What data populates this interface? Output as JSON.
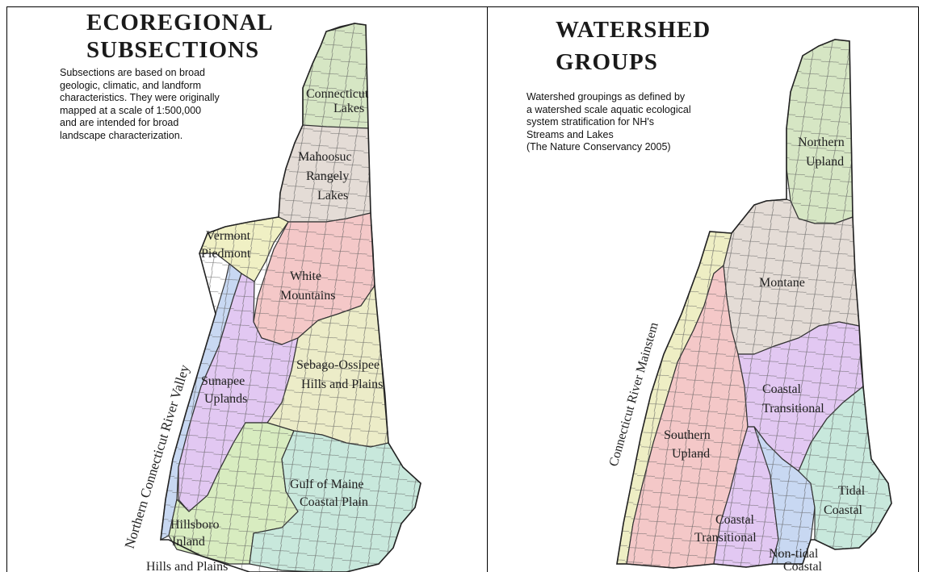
{
  "left_panel": {
    "title_line1": "ECOREGIONAL",
    "title_line2": "SUBSECTIONS",
    "description_lines": [
      "Subsections are based on broad",
      "geologic, climatic, and landform",
      "characteristics. They were originally",
      "mapped at a scale of 1:500,000",
      "and are intended for broad",
      "landscape characterization."
    ],
    "regions": [
      {
        "name": "Connecticut Lakes",
        "lines": [
          "Connecticut",
          "Lakes"
        ],
        "color": "#d6e6c4"
      },
      {
        "name": "Mahoosuc Rangely Lakes",
        "lines": [
          "Mahoosuc",
          "Rangely",
          "Lakes"
        ],
        "color": "#e4dcd6"
      },
      {
        "name": "Vermont Piedmont",
        "lines": [
          "Vermont",
          "Piedmont"
        ],
        "color": "#f0f0c4"
      },
      {
        "name": "White Mountains",
        "lines": [
          "White",
          "Mountains"
        ],
        "color": "#f4c8c8"
      },
      {
        "name": "Sunapee Uplands",
        "lines": [
          "Sunapee",
          "Uplands"
        ],
        "color": "#e2c8f2"
      },
      {
        "name": "Sebago-Ossipee Hills and Plains",
        "lines": [
          "Sebago-Ossipee",
          "Hills and Plains"
        ],
        "color": "#ececc8"
      },
      {
        "name": "Gulf of Maine Coastal Plain",
        "lines": [
          "Gulf of Maine",
          "Coastal Plain"
        ],
        "color": "#c8e8dc"
      },
      {
        "name": "Hillsboro Inland Hills and Plains",
        "lines": [
          "Hillsboro",
          "Inland",
          "Hills and Plains"
        ],
        "color": "#d8ecc0"
      },
      {
        "name": "Northern Connecticut River Valley",
        "lines": [
          "Northern Connecticut River Valley"
        ],
        "color": "#c8d8f2"
      }
    ]
  },
  "right_panel": {
    "title_line1": "WATERSHED",
    "title_line2": "GROUPS",
    "description_lines": [
      "Watershed groupings as defined by",
      "a watershed scale aquatic ecological",
      "system stratification for NH's",
      "Streams and Lakes",
      "(The Nature Conservancy 2005)"
    ],
    "regions": [
      {
        "name": "Northern Upland",
        "lines": [
          "Northern",
          "Upland"
        ],
        "color": "#d6e6c4"
      },
      {
        "name": "Montane",
        "lines": [
          "Montane"
        ],
        "color": "#e4dcd6"
      },
      {
        "name": "Connecticut River Mainstem",
        "lines": [
          "Connecticut River Mainstem"
        ],
        "color": "#eeeec4"
      },
      {
        "name": "Southern Upland",
        "lines": [
          "Southern",
          "Upland"
        ],
        "color": "#f4c8c8"
      },
      {
        "name": "Coastal Transitional (north)",
        "lines": [
          "Coastal",
          "Transitional"
        ],
        "color": "#e2c8f2"
      },
      {
        "name": "Coastal Transitional (south)",
        "lines": [
          "Coastal",
          "Transitional"
        ],
        "color": "#e2c8f2"
      },
      {
        "name": "Tidal Coastal",
        "lines": [
          "Tidal",
          "Coastal"
        ],
        "color": "#c8e8dc"
      },
      {
        "name": "Non-tidal Coastal",
        "lines": [
          "Non-tidal",
          "Coastal"
        ],
        "color": "#c8d8f2"
      }
    ]
  }
}
